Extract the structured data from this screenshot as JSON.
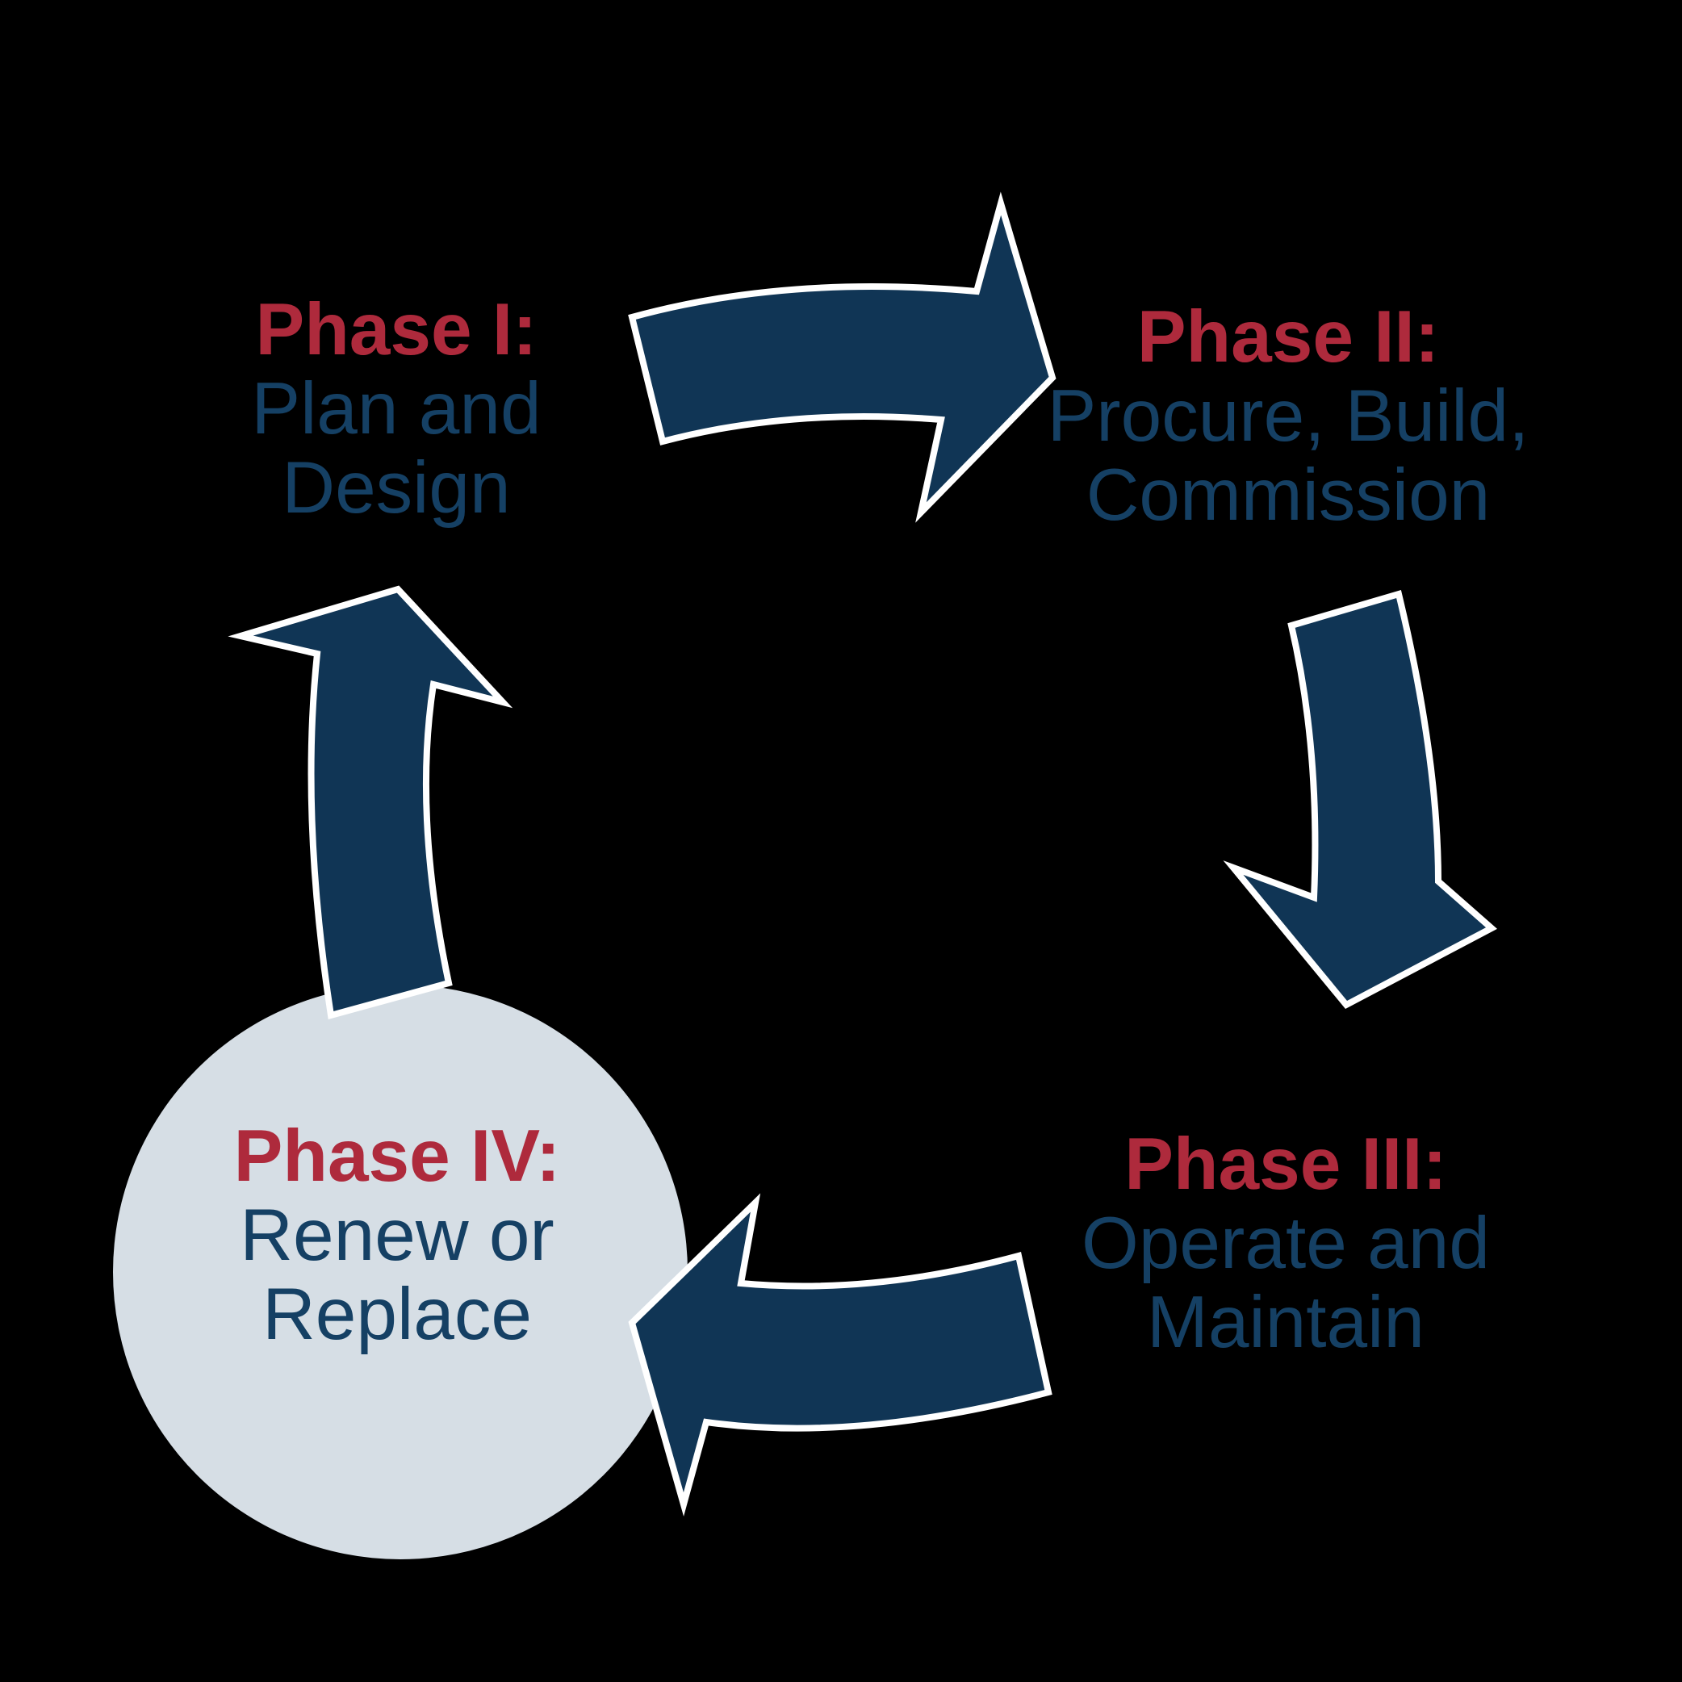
{
  "diagram": {
    "type": "cycle",
    "phases": [
      {
        "id": "phase-1",
        "label": "Phase I:",
        "line1": "Plan and",
        "line2": "Design",
        "highlighted": false
      },
      {
        "id": "phase-2",
        "label": "Phase II:",
        "line1": "Procure, Build,",
        "line2": "Commission",
        "highlighted": false
      },
      {
        "id": "phase-3",
        "label": "Phase III:",
        "line1": "Operate and",
        "line2": "Maintain",
        "highlighted": false
      },
      {
        "id": "phase-4",
        "label": "Phase IV:",
        "line1": "Renew or",
        "line2": "Replace",
        "highlighted": true
      }
    ],
    "arrows": [
      {
        "from": "phase-1",
        "to": "phase-2"
      },
      {
        "from": "phase-2",
        "to": "phase-3"
      },
      {
        "from": "phase-3",
        "to": "phase-4"
      },
      {
        "from": "phase-4",
        "to": "phase-1"
      }
    ],
    "colors": {
      "label_red": "#AE2A3C",
      "text_navy": "#154064",
      "arrow_fill": "#103555",
      "arrow_outline": "#FFFFFF",
      "circle_fill": "#D6DEE5",
      "background": "#000000"
    }
  }
}
